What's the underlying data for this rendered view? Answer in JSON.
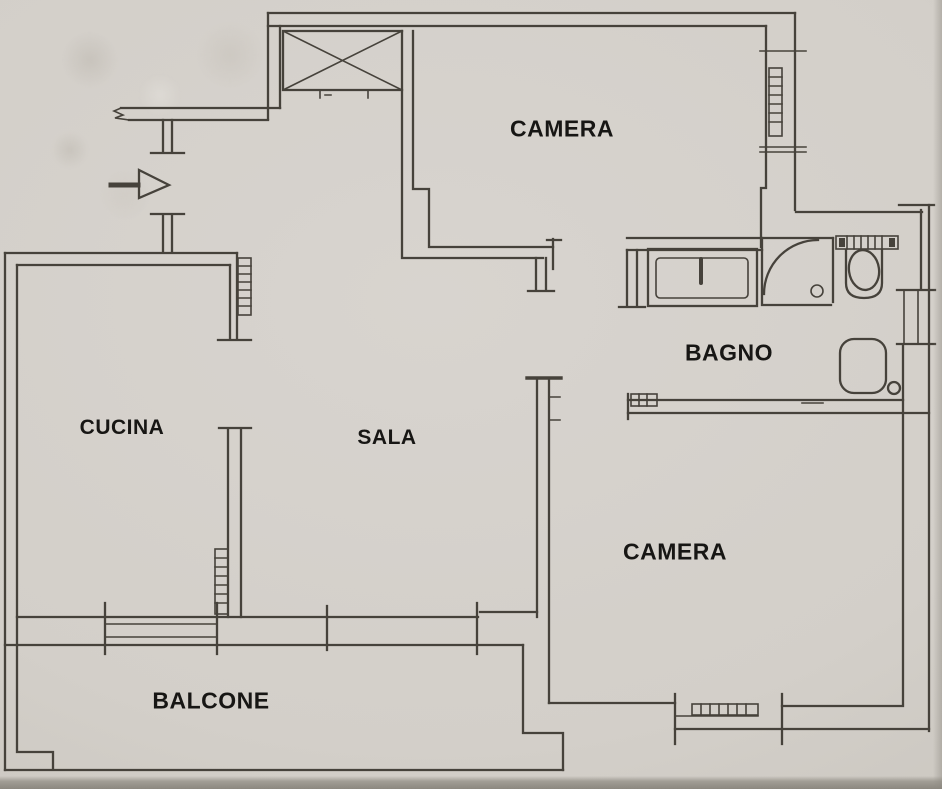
{
  "colors": {
    "paper": "#d3cfc9",
    "ink": "#46423b",
    "label": "#171614"
  },
  "rooms": {
    "camera_top": "CAMERA",
    "bagno": "BAGNO",
    "cucina": "CUCINA",
    "sala": "SALA",
    "camera_bottom": "CAMERA",
    "balcone": "BALCONE"
  },
  "symbols": {
    "elevator_shaft": "crossed-box-shaft",
    "entrance_arrow": "right-arrow",
    "bathtub": "bathtub",
    "shower": "corner-shower",
    "toilet": "toilet",
    "bidet": "bidet",
    "window": "hatched-strip"
  }
}
